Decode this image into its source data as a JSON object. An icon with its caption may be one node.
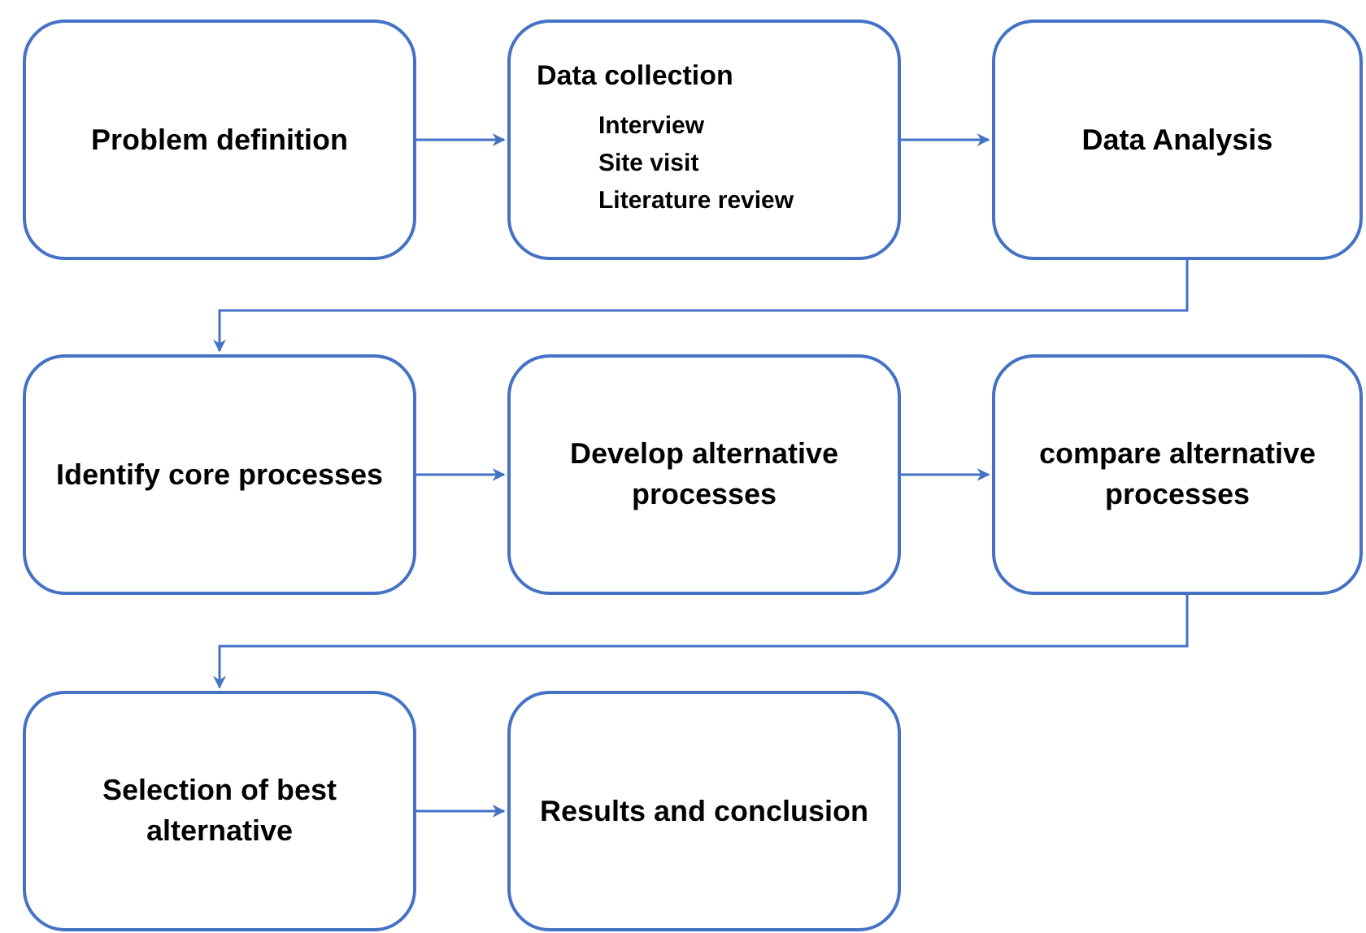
{
  "diagram": {
    "nodes": [
      {
        "text": [
          "Problem definition"
        ]
      },
      {
        "text": [
          "Data collection",
          "Interview",
          "Site visit",
          "Literature review"
        ]
      },
      {
        "text": [
          "Data Analysis"
        ]
      },
      {
        "text": [
          "Identify core processes"
        ]
      },
      {
        "text": [
          "Develop alternative processes"
        ]
      },
      {
        "text": [
          "compare alternative processes"
        ]
      },
      {
        "text": [
          "Selection of best alternative"
        ]
      },
      {
        "text": [
          "Results and conclusion"
        ]
      }
    ],
    "edges": [
      {
        "from": 0,
        "to": 1,
        "arrow": "to"
      },
      {
        "from": 1,
        "to": 2,
        "arrow": "to"
      },
      {
        "from": 2,
        "to": 3,
        "arrow": "to"
      },
      {
        "from": 3,
        "to": 4,
        "arrow": "to"
      },
      {
        "from": 4,
        "to": 5,
        "arrow": "to"
      },
      {
        "from": 5,
        "to": 6,
        "arrow": "to"
      },
      {
        "from": 6,
        "to": 7,
        "arrow": "to"
      }
    ]
  }
}
